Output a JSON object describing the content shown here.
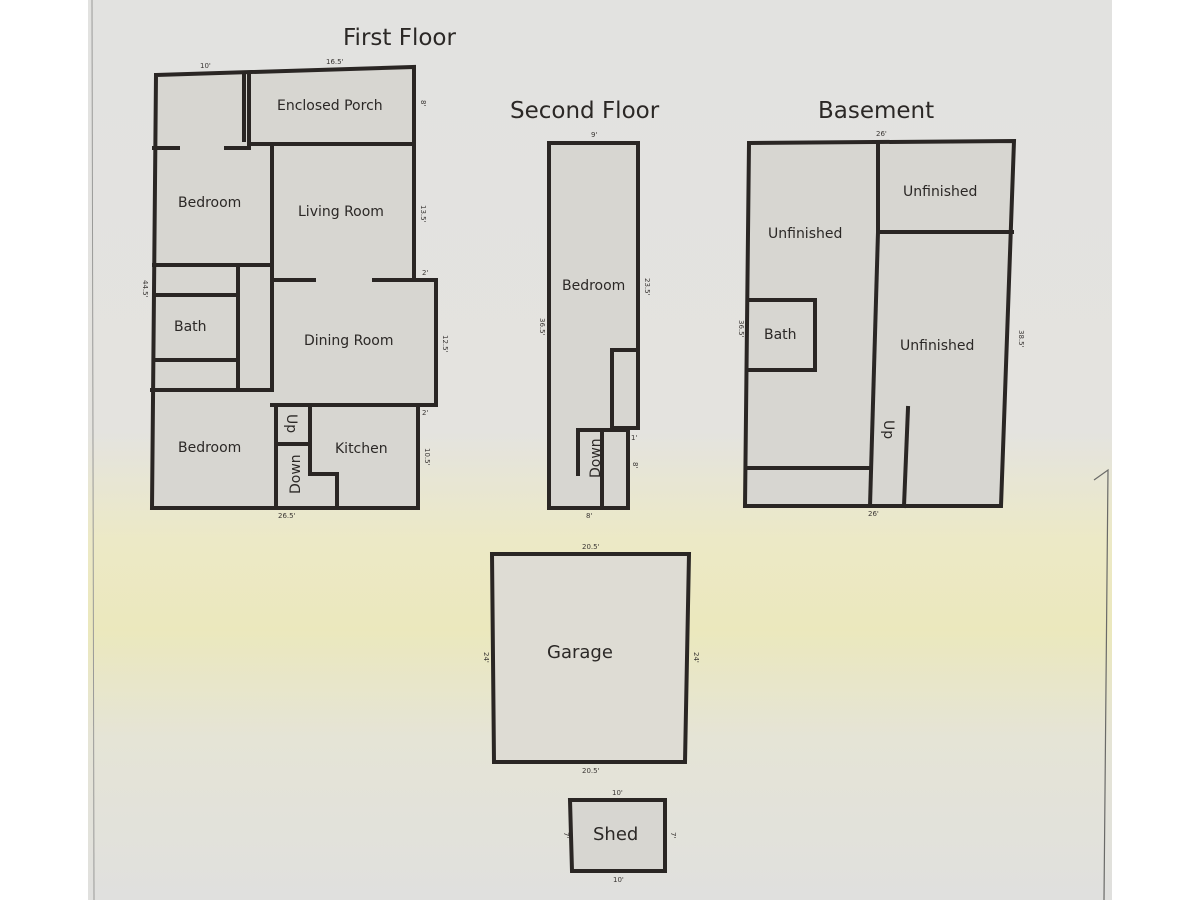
{
  "titles": {
    "first_floor": "First Floor",
    "second_floor": "Second Floor",
    "basement": "Basement"
  },
  "first_floor": {
    "rooms": {
      "enclosed_porch": "Enclosed Porch",
      "bedroom_1": "Bedroom",
      "living_room": "Living Room",
      "bath": "Bath",
      "dining_room": "Dining Room",
      "bedroom_2": "Bedroom",
      "kitchen": "Kitchen",
      "stairs_up": "Up",
      "stairs_down": "Down"
    },
    "dimensions": {
      "top_left": "10'",
      "top_right": "16.5'",
      "porch_side": "8'",
      "living_side": "13.5'",
      "step_1": "2'",
      "dining_side": "12.5'",
      "step_2": "2'",
      "kitchen_side": "10.5'",
      "left_side": "44.5'",
      "bottom": "26.5'"
    }
  },
  "second_floor": {
    "rooms": {
      "bedroom": "Bedroom",
      "stairs_down": "Down"
    },
    "dimensions": {
      "top": "9'",
      "left": "36.5'",
      "right": "23.5'",
      "step_1": "1'",
      "step_2": "8'",
      "bottom": "8'"
    }
  },
  "basement": {
    "rooms": {
      "unfinished_1": "Unfinished",
      "unfinished_2": "Unfinished",
      "unfinished_3": "Unfinished",
      "bath": "Bath",
      "stairs_up": "Up"
    },
    "dimensions": {
      "top": "26'",
      "left": "36.5'",
      "right": "38.5'",
      "bottom": "26'"
    }
  },
  "garage": {
    "label": "Garage",
    "dimensions": {
      "top": "20.5'",
      "left": "24'",
      "right": "24'",
      "bottom": "20.5'"
    }
  },
  "shed": {
    "label": "Shed",
    "dimensions": {
      "top": "10'",
      "left": "7'",
      "right": "7'",
      "bottom": "10'"
    }
  }
}
